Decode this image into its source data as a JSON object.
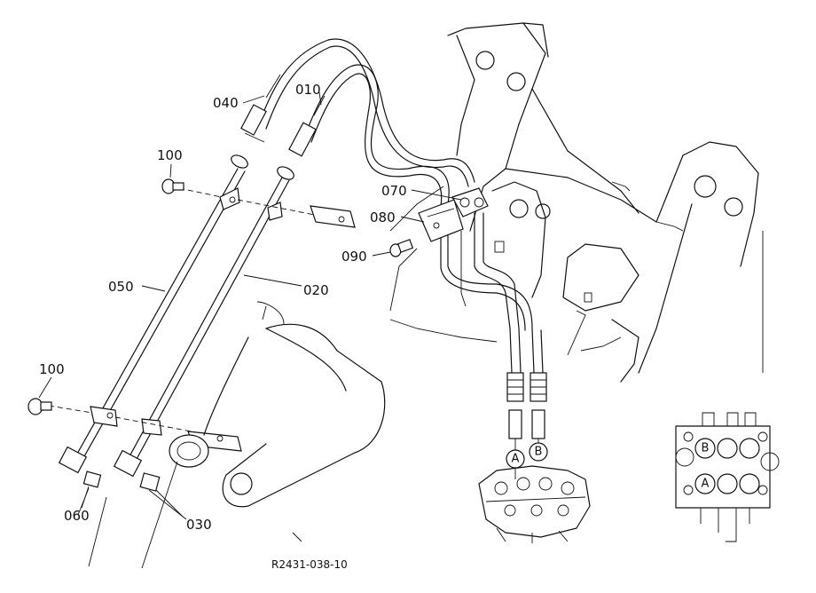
{
  "diagram": {
    "drawing_number": "R2431-038-10",
    "callouts": [
      {
        "id": "c040",
        "text": "040"
      },
      {
        "id": "c010",
        "text": "010"
      },
      {
        "id": "c100a",
        "text": "100"
      },
      {
        "id": "c070",
        "text": "070"
      },
      {
        "id": "c080",
        "text": "080"
      },
      {
        "id": "c090",
        "text": "090"
      },
      {
        "id": "c050",
        "text": "050"
      },
      {
        "id": "c020",
        "text": "020"
      },
      {
        "id": "c100b",
        "text": "100"
      },
      {
        "id": "c060",
        "text": "060"
      },
      {
        "id": "c030",
        "text": "030"
      }
    ],
    "ports": {
      "a": "A",
      "b": "B",
      "detail_a": "A",
      "detail_b": "B"
    }
  }
}
